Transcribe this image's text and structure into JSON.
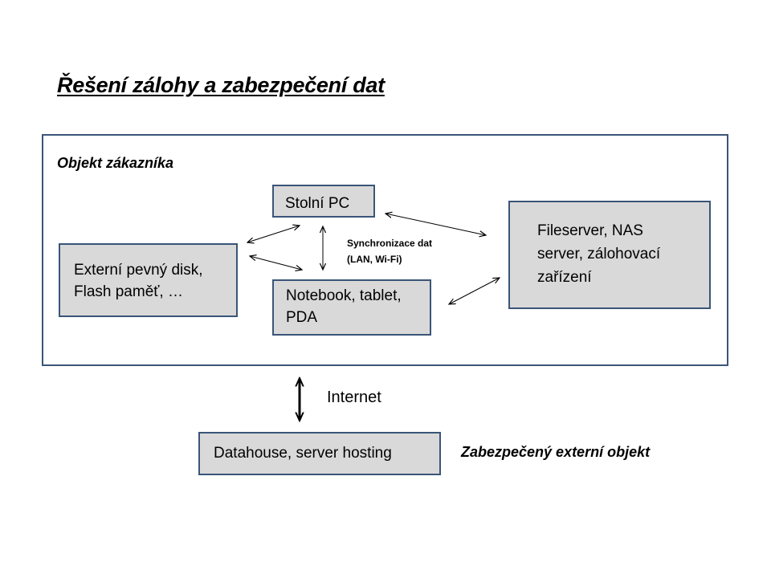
{
  "title": "Řešení zálohy a zabezpečení dat",
  "customer_area": {
    "label": "Objekt zákazníka"
  },
  "nodes": {
    "desktop": {
      "label": "Stolní PC"
    },
    "external_disk": {
      "line1": "Externí pevný disk,",
      "line2": "Flash paměť, …"
    },
    "notebook": {
      "line1": "Notebook, tablet,",
      "line2": "PDA"
    },
    "fileserver": {
      "line1": "Fileserver, NAS",
      "line2": "server, zálohovací",
      "line3": "zařízení"
    },
    "datahouse": {
      "label": "Datahouse, server hosting"
    }
  },
  "connections": {
    "sync_label_line1": "Synchronizace dat",
    "sync_label_line2": "(LAN, Wi-Fi)",
    "internet_label": "Internet"
  },
  "external_area": {
    "label": "Zabezpečený externí objekt"
  }
}
